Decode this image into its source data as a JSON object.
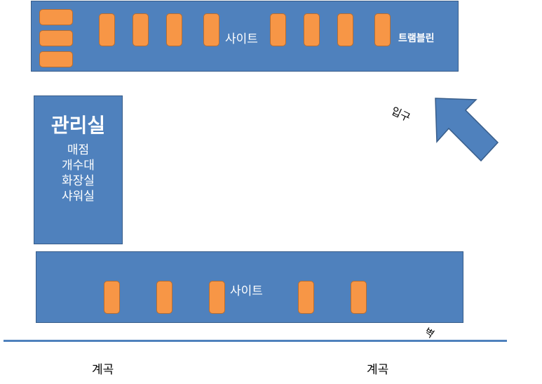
{
  "top_zone": {
    "site_label": "사이트",
    "trampoline_label": "트램블린"
  },
  "office": {
    "title": "관리실",
    "facilities": [
      "매점",
      "개수대",
      "화장실",
      "샤워실"
    ]
  },
  "bottom_zone": {
    "site_label": "사이트"
  },
  "entrance_label": "입구",
  "wall_label": "벽",
  "valley_labels": [
    "계곡",
    "계곡"
  ],
  "colors": {
    "zone": "#4f81bd",
    "slot": "#f79646",
    "wall_line": "#4f81bd"
  }
}
